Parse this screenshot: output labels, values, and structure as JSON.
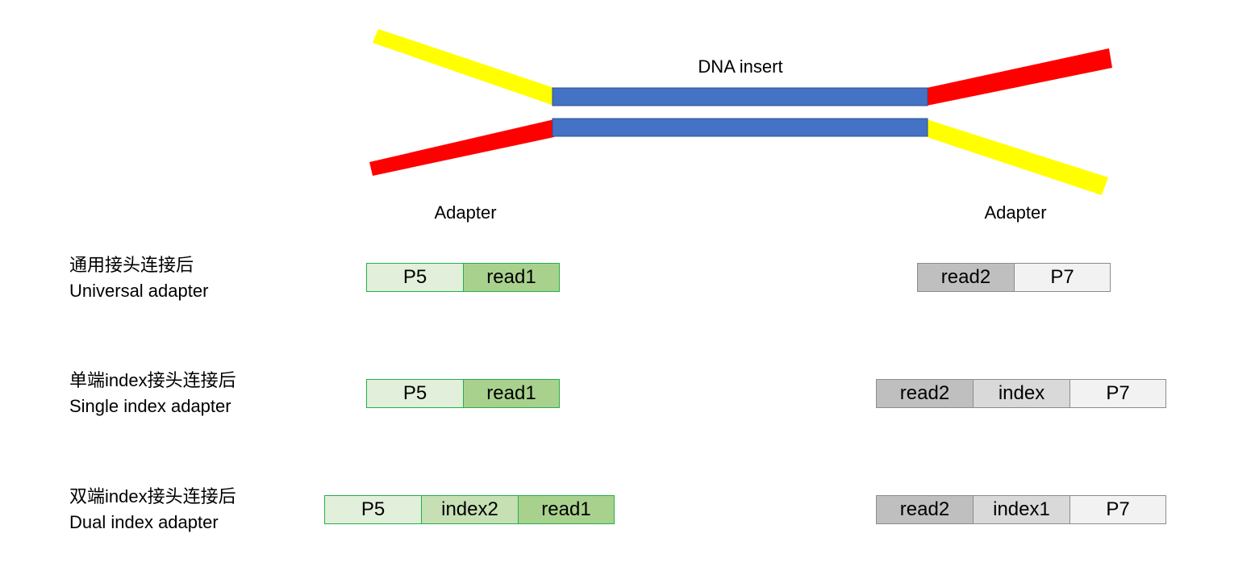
{
  "insert_label": "DNA insert",
  "adapter_left_label": "Adapter",
  "adapter_right_label": "Adapter",
  "colors": {
    "insert": "#4472c4",
    "adapter_a": "#ffff00",
    "adapter_b": "#ff0000",
    "light_green": "#e2efda",
    "mid_green": "#c6e0b4",
    "dark_green": "#a9d18e",
    "dark_grey": "#bfbfbf",
    "mid_grey": "#d9d9d9",
    "light_grey": "#f2f2f2"
  },
  "rows": [
    {
      "label_cn": "通用接头连接后",
      "label_en": "Universal adapter",
      "left_segments": [
        {
          "text": "P5",
          "color": "#e2efda"
        },
        {
          "text": "read1",
          "color": "#a9d18e"
        }
      ],
      "right_segments": [
        {
          "text": "read2",
          "color": "#bfbfbf"
        },
        {
          "text": "P7",
          "color": "#f2f2f2"
        }
      ]
    },
    {
      "label_cn": "单端index接头连接后",
      "label_en": "Single index adapter",
      "left_segments": [
        {
          "text": "P5",
          "color": "#e2efda"
        },
        {
          "text": "read1",
          "color": "#a9d18e"
        }
      ],
      "right_segments": [
        {
          "text": "read2",
          "color": "#bfbfbf"
        },
        {
          "text": "index",
          "color": "#d9d9d9"
        },
        {
          "text": "P7",
          "color": "#f2f2f2"
        }
      ]
    },
    {
      "label_cn": "双端index接头连接后",
      "label_en": "Dual index adapter",
      "left_segments": [
        {
          "text": "P5",
          "color": "#e2efda"
        },
        {
          "text": "index2",
          "color": "#c6e0b4"
        },
        {
          "text": "read1",
          "color": "#a9d18e"
        }
      ],
      "right_segments": [
        {
          "text": "read2",
          "color": "#bfbfbf"
        },
        {
          "text": "index1",
          "color": "#d9d9d9"
        },
        {
          "text": "P7",
          "color": "#f2f2f2"
        }
      ]
    }
  ]
}
